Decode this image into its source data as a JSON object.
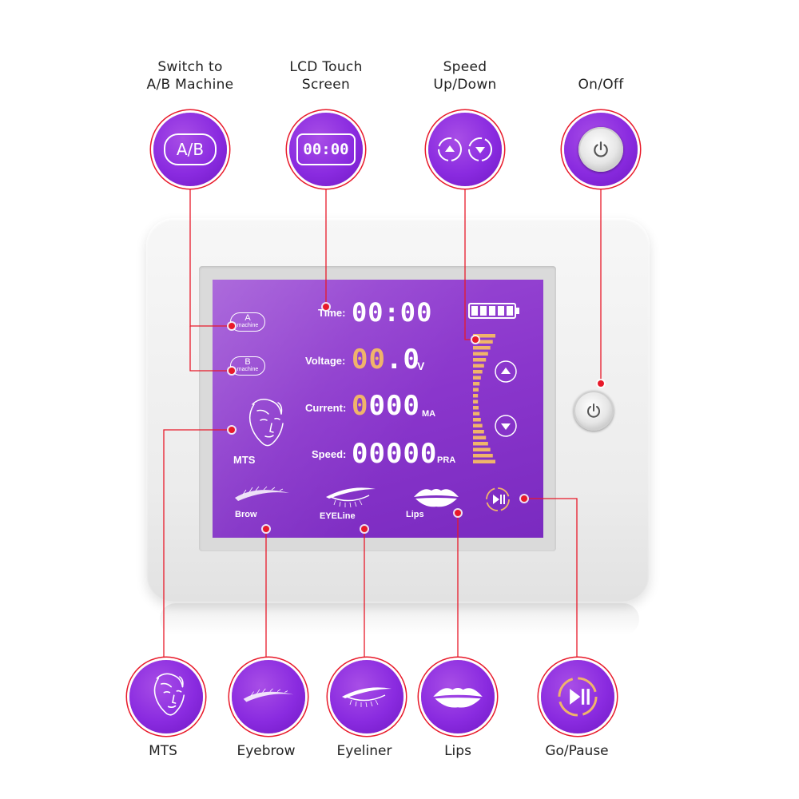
{
  "top_labels": {
    "ab_switch": [
      "Switch to",
      "A/B Machine"
    ],
    "lcd": [
      "LCD Touch",
      "Screen"
    ],
    "speed": [
      "Speed",
      "Up/Down"
    ],
    "power": [
      "On/Off"
    ]
  },
  "top_icons": {
    "ab_text": "A/B",
    "lcd_text": "00:00"
  },
  "screen": {
    "time_label": "Time:",
    "time_value": "00:00",
    "voltage_label": "Voltage:",
    "voltage_hi": "00",
    "voltage_rest": ".0",
    "voltage_unit": "V",
    "current_label": "Current:",
    "current_hi": "0",
    "current_rest": "000",
    "current_unit": "MA",
    "speed_label": "Speed:",
    "speed_value": "00000",
    "speed_unit": "PRA",
    "machine_a": "A",
    "machine_b": "B",
    "machine_word": "machine",
    "mts_label": "MTS",
    "brow_label": "Brow",
    "eyeline_label": "EYELine",
    "lips_label": "Lips",
    "battery_level": 5
  },
  "bottom_labels": {
    "mts": "MTS",
    "eyebrow": "Eyebrow",
    "eyeliner": "Eyeliner",
    "lips": "Lips",
    "go_pause": "Go/Pause"
  },
  "colors": {
    "purple": "#8a2be0",
    "red": "#e81a2a",
    "gold": "#f0b46a"
  }
}
